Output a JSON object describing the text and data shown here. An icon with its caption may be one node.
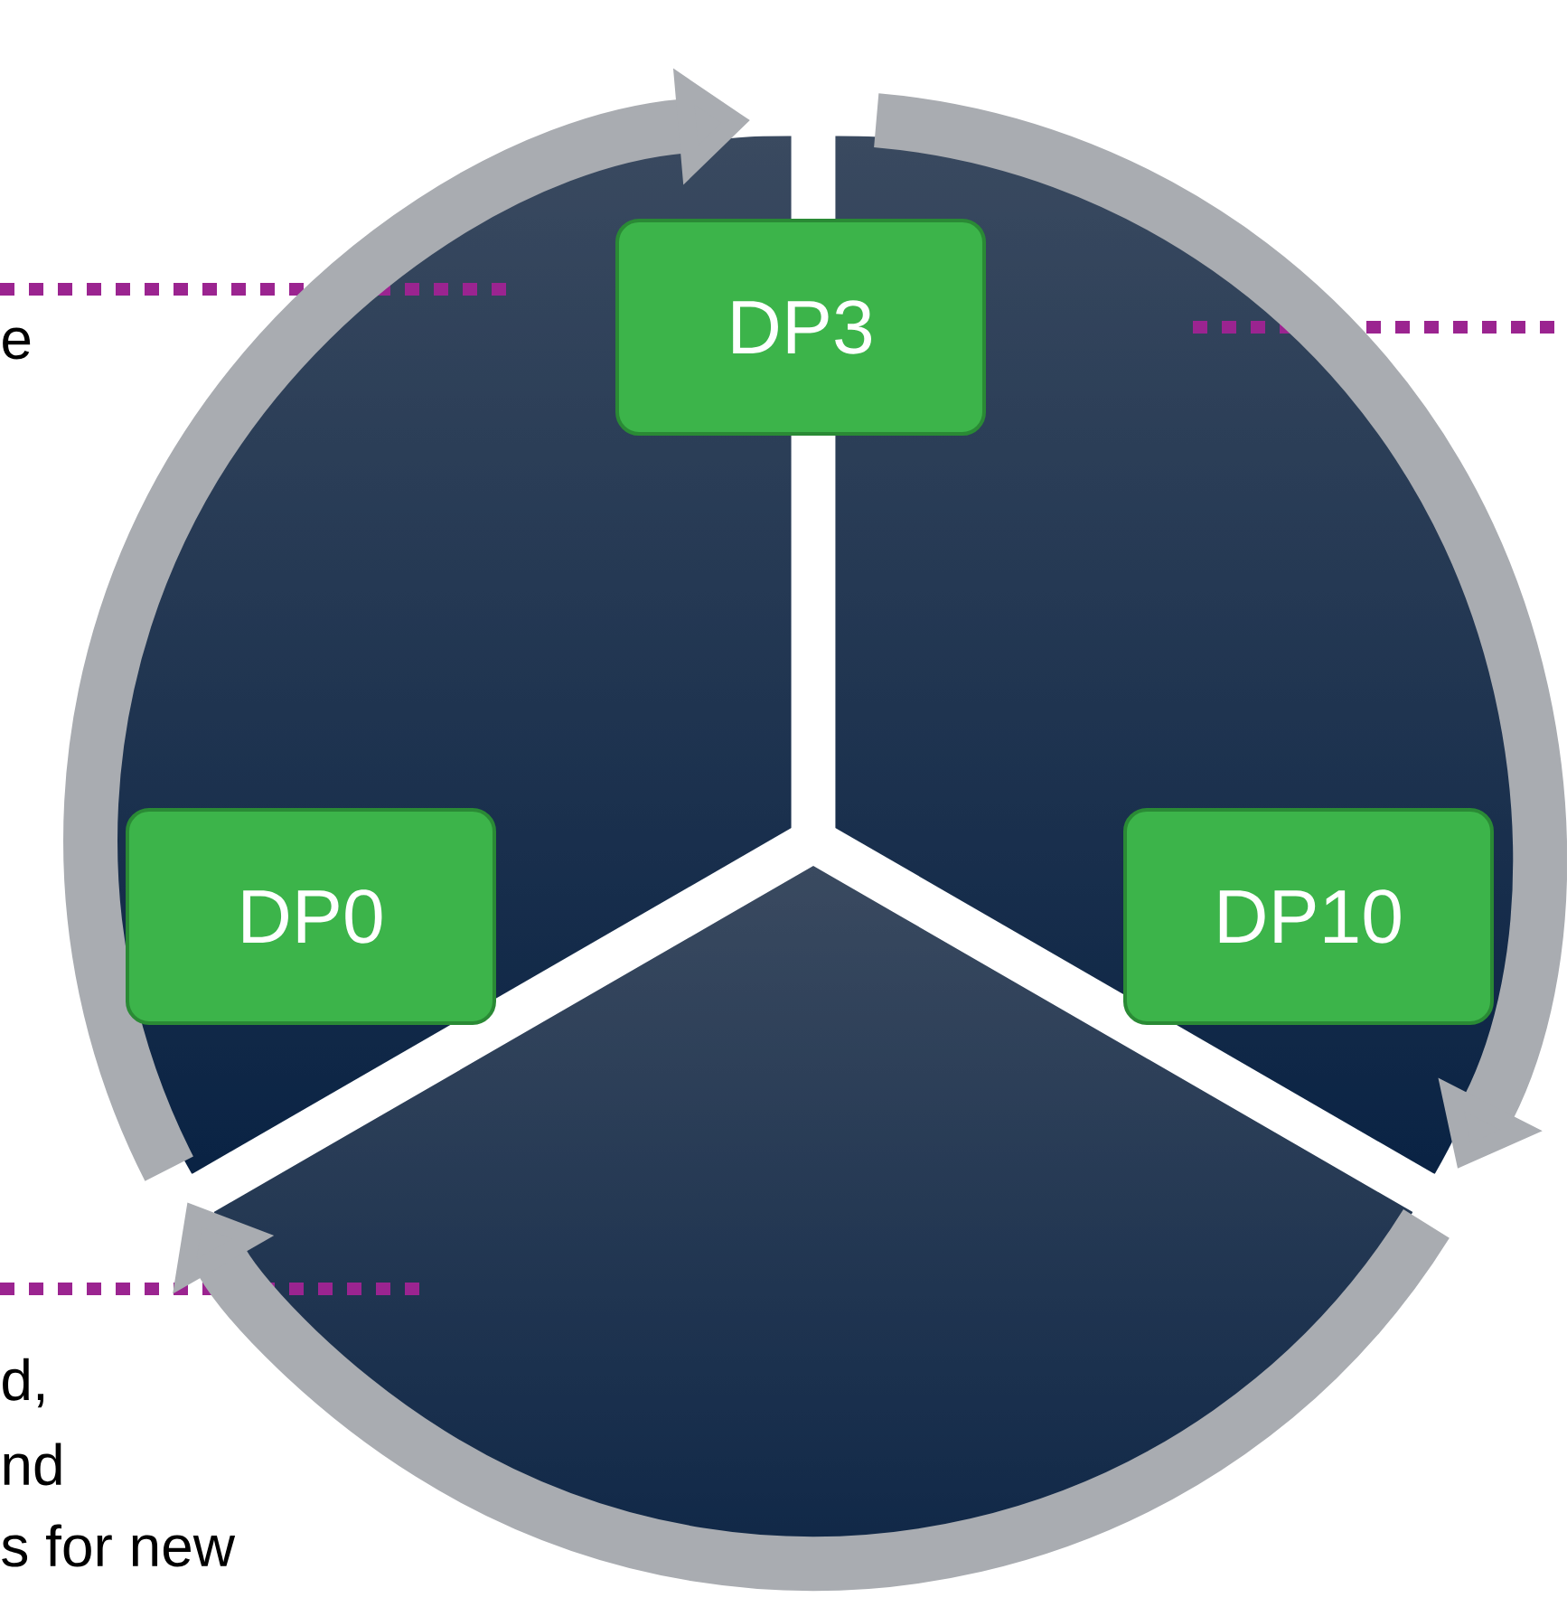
{
  "diagram": {
    "nodes": [
      {
        "text": [
          "DP3"
        ]
      },
      {
        "text": [
          "DP10"
        ]
      },
      {
        "text": [
          "DP0"
        ]
      }
    ],
    "labels": [
      "e",
      "d,",
      "nd",
      "s for new"
    ]
  }
}
